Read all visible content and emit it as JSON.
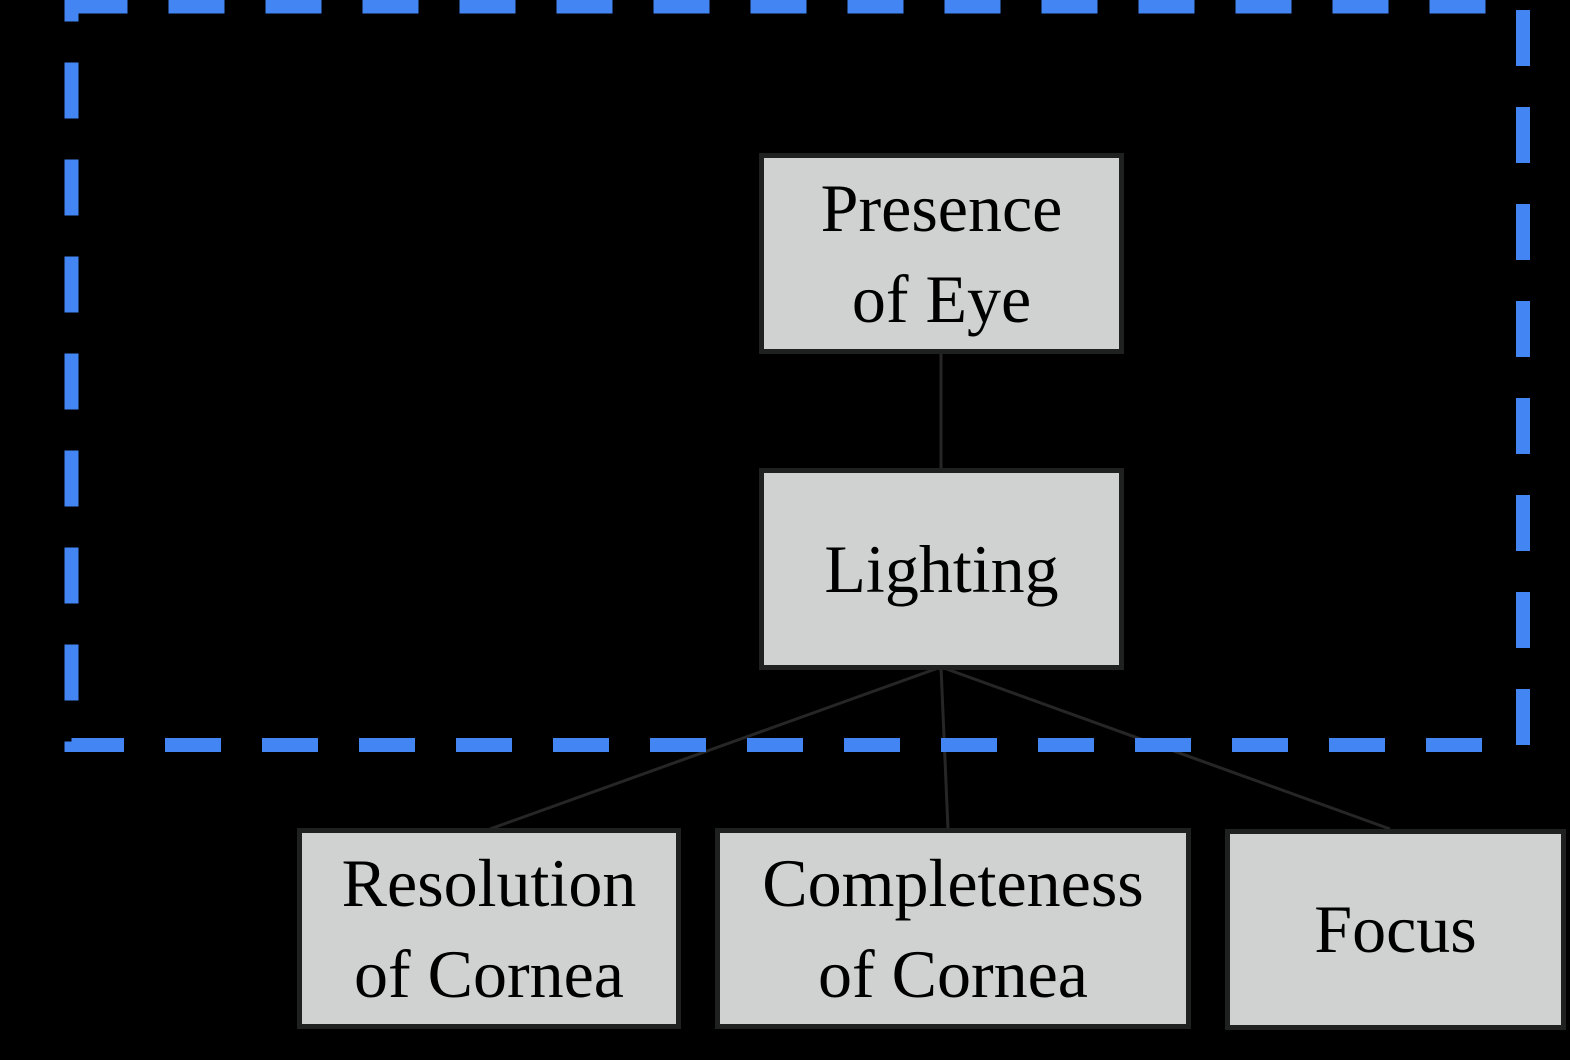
{
  "diagram": {
    "type": "hierarchy-tree",
    "colors": {
      "background": "#000000",
      "node-fill": "#cfd2d1",
      "node-border": "#1f2121",
      "edge": "#262626",
      "boundary": "#4385f3",
      "text": "#000000"
    },
    "nodes": [
      {
        "id": "presence-of-eye",
        "label": "Presence\nof Eye"
      },
      {
        "id": "lighting",
        "label": "Lighting"
      },
      {
        "id": "resolution-of-cornea",
        "label": "Resolution\nof Cornea"
      },
      {
        "id": "completeness-of-cornea",
        "label": "Completeness\nof Cornea"
      },
      {
        "id": "focus",
        "label": "Focus"
      }
    ],
    "edges": [
      {
        "from": "presence-of-eye",
        "to": "lighting"
      },
      {
        "from": "lighting",
        "to": "resolution-of-cornea"
      },
      {
        "from": "lighting",
        "to": "completeness-of-cornea"
      },
      {
        "from": "lighting",
        "to": "focus"
      }
    ],
    "boundary": {
      "style": "dashed",
      "encloses": [
        "presence-of-eye",
        "lighting"
      ]
    }
  }
}
